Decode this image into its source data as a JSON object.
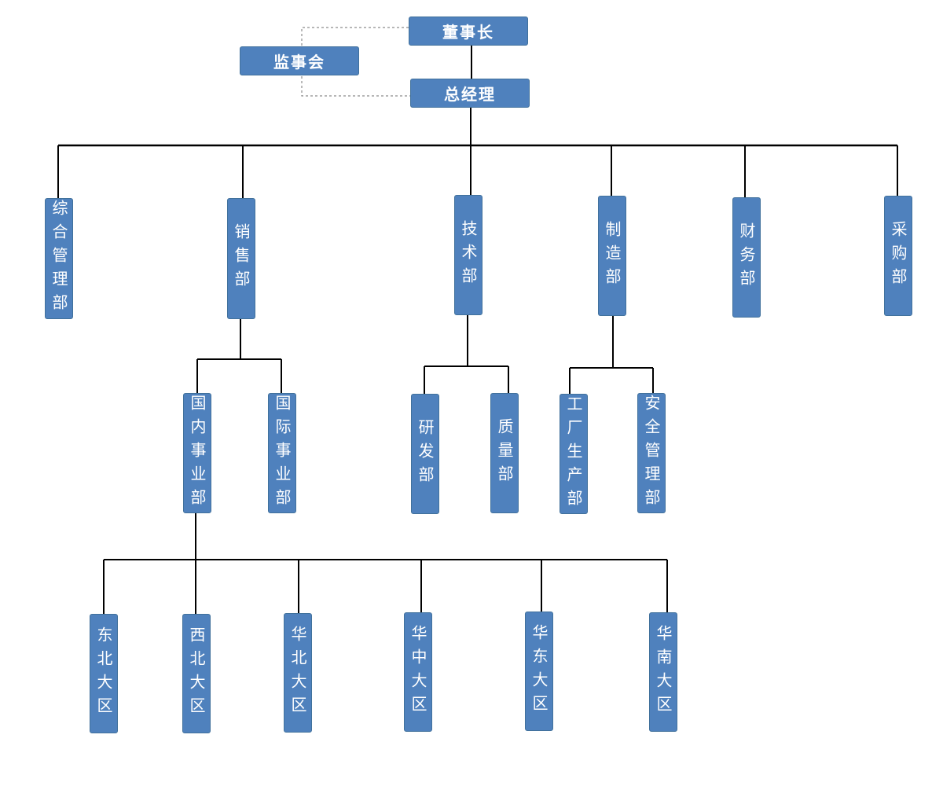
{
  "colors": {
    "box_fill": "#4f81bd",
    "box_border": "#41719c",
    "text": "#ffffff",
    "line": "#000000",
    "dashed_line": "#8c8c8c"
  },
  "chairman": "董事长",
  "supervisory_board": "监事会",
  "general_manager": "总经理",
  "departments": {
    "general_admin": "综合管理部",
    "sales": "销售部",
    "technology": "技术部",
    "manufacturing": "制造部",
    "finance": "财务部",
    "procurement": "采购部"
  },
  "sales_units": {
    "domestic": "国内事业部",
    "international": "国际事业部"
  },
  "tech_units": {
    "rnd": "研发部",
    "quality": "质量部"
  },
  "mfg_units": {
    "factory": "工厂生产部",
    "safety": "安全管理部"
  },
  "regions": {
    "northeast": "东北大区",
    "northwest": "西北大区",
    "north": "华北大区",
    "central": "华中大区",
    "east": "华东大区",
    "south": "华南大区"
  }
}
